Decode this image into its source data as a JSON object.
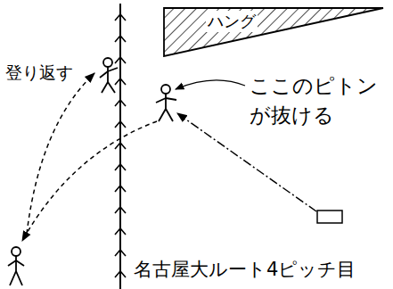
{
  "diagram": {
    "caption": "名古屋大ルート4ピッチ目",
    "nodes": [
      {
        "text": [
          "ハング"
        ]
      }
    ],
    "labels": [
      "ここのピトン が抜ける",
      "登り返す"
    ]
  }
}
